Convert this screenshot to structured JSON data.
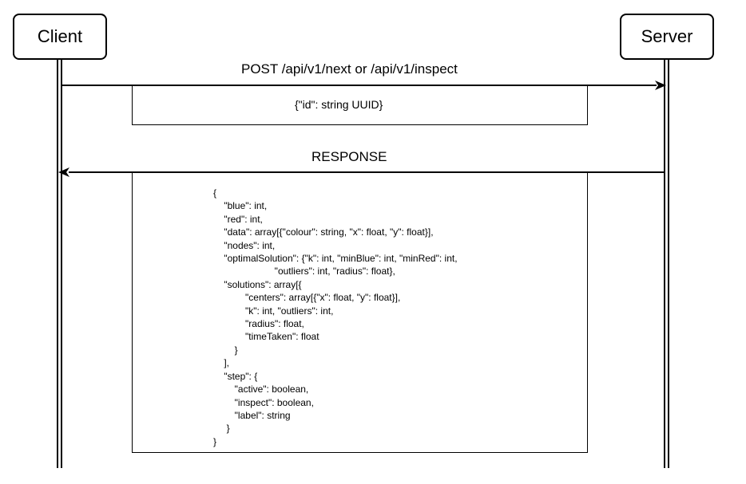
{
  "actors": {
    "client": "Client",
    "server": "Server"
  },
  "request": {
    "label": "POST /api/v1/next or /api/v1/inspect",
    "body": "{\"id\": string UUID}"
  },
  "response": {
    "label": "RESPONSE",
    "body": "{\n    \"blue\": int,\n    \"red\": int,\n    \"data\": array[{\"colour\": string, \"x\": float, \"y\": float}],\n    \"nodes\": int,\n    \"optimalSolution\": {\"k\": int, \"minBlue\": int, \"minRed\": int,\n                       \"outliers\": int, \"radius\": float},\n    \"solutions\": array[{\n            \"centers\": array[{\"x\": float, \"y\": float}],\n            \"k\": int, \"outliers\": int,\n            \"radius\": float,\n            \"timeTaken\": float\n        }\n    ],\n    \"step\": {\n        \"active\": boolean,\n        \"inspect\": boolean,\n        \"label\": string\n     }\n}"
  }
}
